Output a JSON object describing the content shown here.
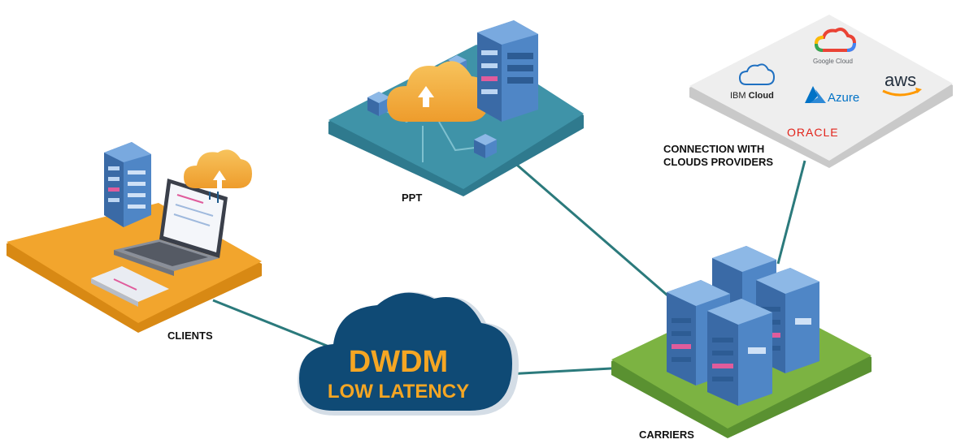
{
  "colors": {
    "connector": "#2b7a7c",
    "clients_platform": "#f2a52d",
    "ppt_platform": "#3f93a8",
    "carriers_platform": "#7cb342",
    "clouds_platform": "#eeeeee",
    "server_blue": "#4f86c6",
    "cloud_navy": "#0f4a75",
    "cloud_text": "#f5a623",
    "cloud_orange": "#f3a93a"
  },
  "nodes": {
    "clients": {
      "label": "CLIENTS"
    },
    "ppt": {
      "label": "PPT"
    },
    "carriers": {
      "label": "CARRIERS"
    },
    "clouds": {
      "label_line1": "CONNECTION WITH",
      "label_line2": "CLOUDS PROVIDERS",
      "providers": {
        "google": "Google Cloud",
        "ibm_prefix": "IBM ",
        "ibm_bold": "Cloud",
        "azure": "Azure",
        "aws": "aws",
        "oracle": "ORACLE"
      }
    }
  },
  "dwdm": {
    "line1": "DWDM",
    "line2": "LOW LATENCY"
  }
}
